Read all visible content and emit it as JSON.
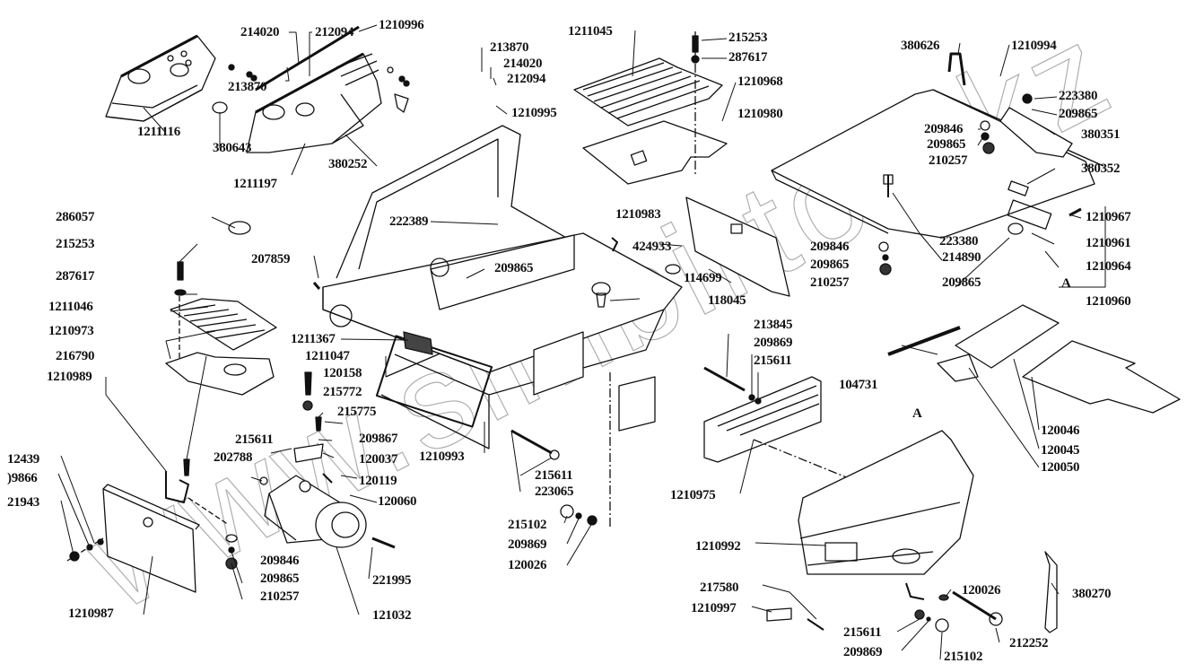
{
  "diagram": {
    "type": "exploded parts diagram",
    "watermark": "www.simbirtoo.kz",
    "view_marker": "A",
    "labels": [
      {
        "id": "l1",
        "text": "1210996"
      },
      {
        "id": "l2",
        "text": "214020"
      },
      {
        "id": "l3",
        "text": "212094"
      },
      {
        "id": "l4",
        "text": "213870"
      },
      {
        "id": "l5",
        "text": "213870"
      },
      {
        "id": "l6",
        "text": "214020"
      },
      {
        "id": "l7",
        "text": "212094"
      },
      {
        "id": "l8",
        "text": "1210995"
      },
      {
        "id": "l9",
        "text": "1211116"
      },
      {
        "id": "l10",
        "text": "380643"
      },
      {
        "id": "l11",
        "text": "380252"
      },
      {
        "id": "l12",
        "text": "1211197"
      },
      {
        "id": "l13",
        "text": "1211045"
      },
      {
        "id": "l14",
        "text": "215253"
      },
      {
        "id": "l15",
        "text": "287617"
      },
      {
        "id": "l16",
        "text": "1210968"
      },
      {
        "id": "l17",
        "text": "1210980"
      },
      {
        "id": "l18",
        "text": "380626"
      },
      {
        "id": "l19",
        "text": "1210994"
      },
      {
        "id": "l20",
        "text": "223380"
      },
      {
        "id": "l21",
        "text": "209865"
      },
      {
        "id": "l22",
        "text": "209846"
      },
      {
        "id": "l23",
        "text": "209865"
      },
      {
        "id": "l24",
        "text": "380351"
      },
      {
        "id": "l25",
        "text": "210257"
      },
      {
        "id": "l26",
        "text": "380352"
      },
      {
        "id": "l27",
        "text": "1210967"
      },
      {
        "id": "l28",
        "text": "223380"
      },
      {
        "id": "l29",
        "text": "1210961"
      },
      {
        "id": "l30",
        "text": "214890"
      },
      {
        "id": "l31",
        "text": "1210964"
      },
      {
        "id": "l32",
        "text": "209846"
      },
      {
        "id": "l33",
        "text": "209865"
      },
      {
        "id": "l34",
        "text": "210257"
      },
      {
        "id": "l35",
        "text": "209865"
      },
      {
        "id": "l36",
        "text": "1210960"
      },
      {
        "id": "l37",
        "text": "286057"
      },
      {
        "id": "l38",
        "text": "215253"
      },
      {
        "id": "l39",
        "text": "287617"
      },
      {
        "id": "l40",
        "text": "1211046"
      },
      {
        "id": "l41",
        "text": "1210973"
      },
      {
        "id": "l42",
        "text": "216790"
      },
      {
        "id": "l43",
        "text": "1210989"
      },
      {
        "id": "l44",
        "text": "222389"
      },
      {
        "id": "l45",
        "text": "207859"
      },
      {
        "id": "l46",
        "text": "209865"
      },
      {
        "id": "l47",
        "text": "424933"
      },
      {
        "id": "l48",
        "text": "1210983"
      },
      {
        "id": "l49",
        "text": "114699"
      },
      {
        "id": "l50",
        "text": "118045"
      },
      {
        "id": "l51",
        "text": "1211367"
      },
      {
        "id": "l52",
        "text": "1211047"
      },
      {
        "id": "l53",
        "text": "120158"
      },
      {
        "id": "l54",
        "text": "215772"
      },
      {
        "id": "l55",
        "text": "215775"
      },
      {
        "id": "l56",
        "text": "215611"
      },
      {
        "id": "l57",
        "text": "209867"
      },
      {
        "id": "l58",
        "text": "202788"
      },
      {
        "id": "l59",
        "text": "120037"
      },
      {
        "id": "l60",
        "text": "120119"
      },
      {
        "id": "l61",
        "text": "120060"
      },
      {
        "id": "l62",
        "text": "1210993"
      },
      {
        "id": "l63",
        "text": "12439"
      },
      {
        "id": "l64",
        "text": ")9866"
      },
      {
        "id": "l65",
        "text": "21943"
      },
      {
        "id": "l66",
        "text": "209846"
      },
      {
        "id": "l67",
        "text": "209865"
      },
      {
        "id": "l68",
        "text": "210257"
      },
      {
        "id": "l69",
        "text": "221995"
      },
      {
        "id": "l70",
        "text": "1210987"
      },
      {
        "id": "l71",
        "text": "121032"
      },
      {
        "id": "l72",
        "text": "215611"
      },
      {
        "id": "l73",
        "text": "223065"
      },
      {
        "id": "l74",
        "text": "215102"
      },
      {
        "id": "l75",
        "text": "209869"
      },
      {
        "id": "l76",
        "text": "120026"
      },
      {
        "id": "l77",
        "text": "213845"
      },
      {
        "id": "l78",
        "text": "209869"
      },
      {
        "id": "l79",
        "text": "215611"
      },
      {
        "id": "l80",
        "text": "1210975"
      },
      {
        "id": "l81",
        "text": "104731"
      },
      {
        "id": "l82",
        "text": "120046"
      },
      {
        "id": "l83",
        "text": "120045"
      },
      {
        "id": "l84",
        "text": "120050"
      },
      {
        "id": "l85",
        "text": "1210992"
      },
      {
        "id": "l86",
        "text": "217580"
      },
      {
        "id": "l87",
        "text": "1210997"
      },
      {
        "id": "l88",
        "text": "120026"
      },
      {
        "id": "l89",
        "text": "380270"
      },
      {
        "id": "l90",
        "text": "215611"
      },
      {
        "id": "l91",
        "text": "209869"
      },
      {
        "id": "l92",
        "text": "215102"
      },
      {
        "id": "l93",
        "text": "212252"
      }
    ]
  }
}
